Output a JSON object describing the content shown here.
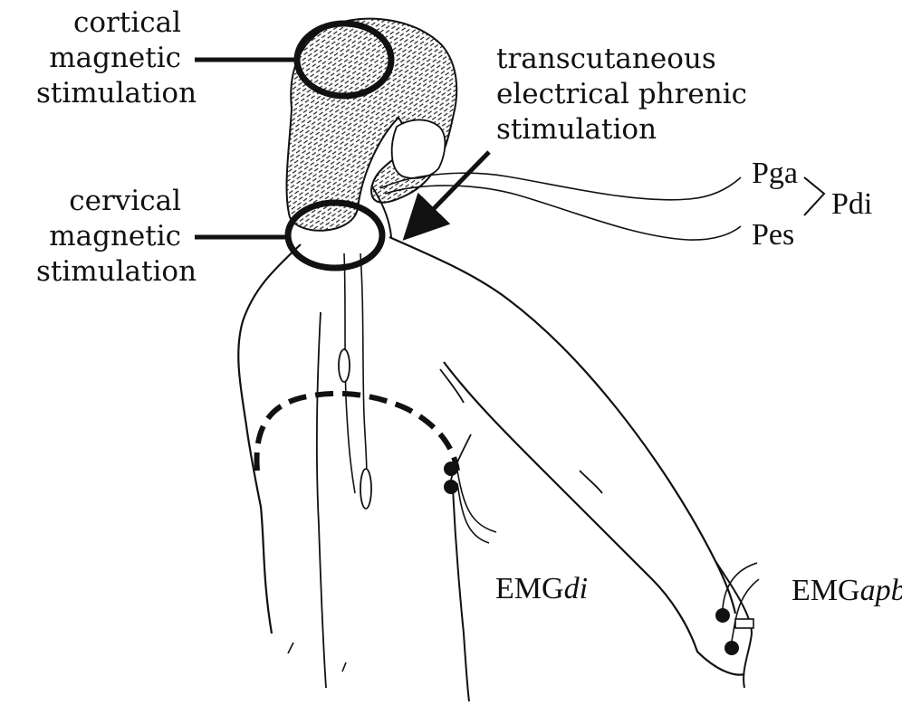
{
  "labels": {
    "cortical": "cortical\nmagnetic\nstimulation",
    "cervical": "cervical\nmagnetic\nstimulation",
    "phrenic": "transcutaneous\nelectrical phrenic\nstimulation",
    "pga": "Pga",
    "pes": "Pes",
    "pdi": "Pdi",
    "emg_di_prefix": "EMG",
    "emg_di_suffix": "di",
    "emg_apb_prefix": "EMG",
    "emg_apb_suffix": "apb"
  },
  "colors": {
    "ink": "#111111",
    "background": "#ffffff"
  }
}
